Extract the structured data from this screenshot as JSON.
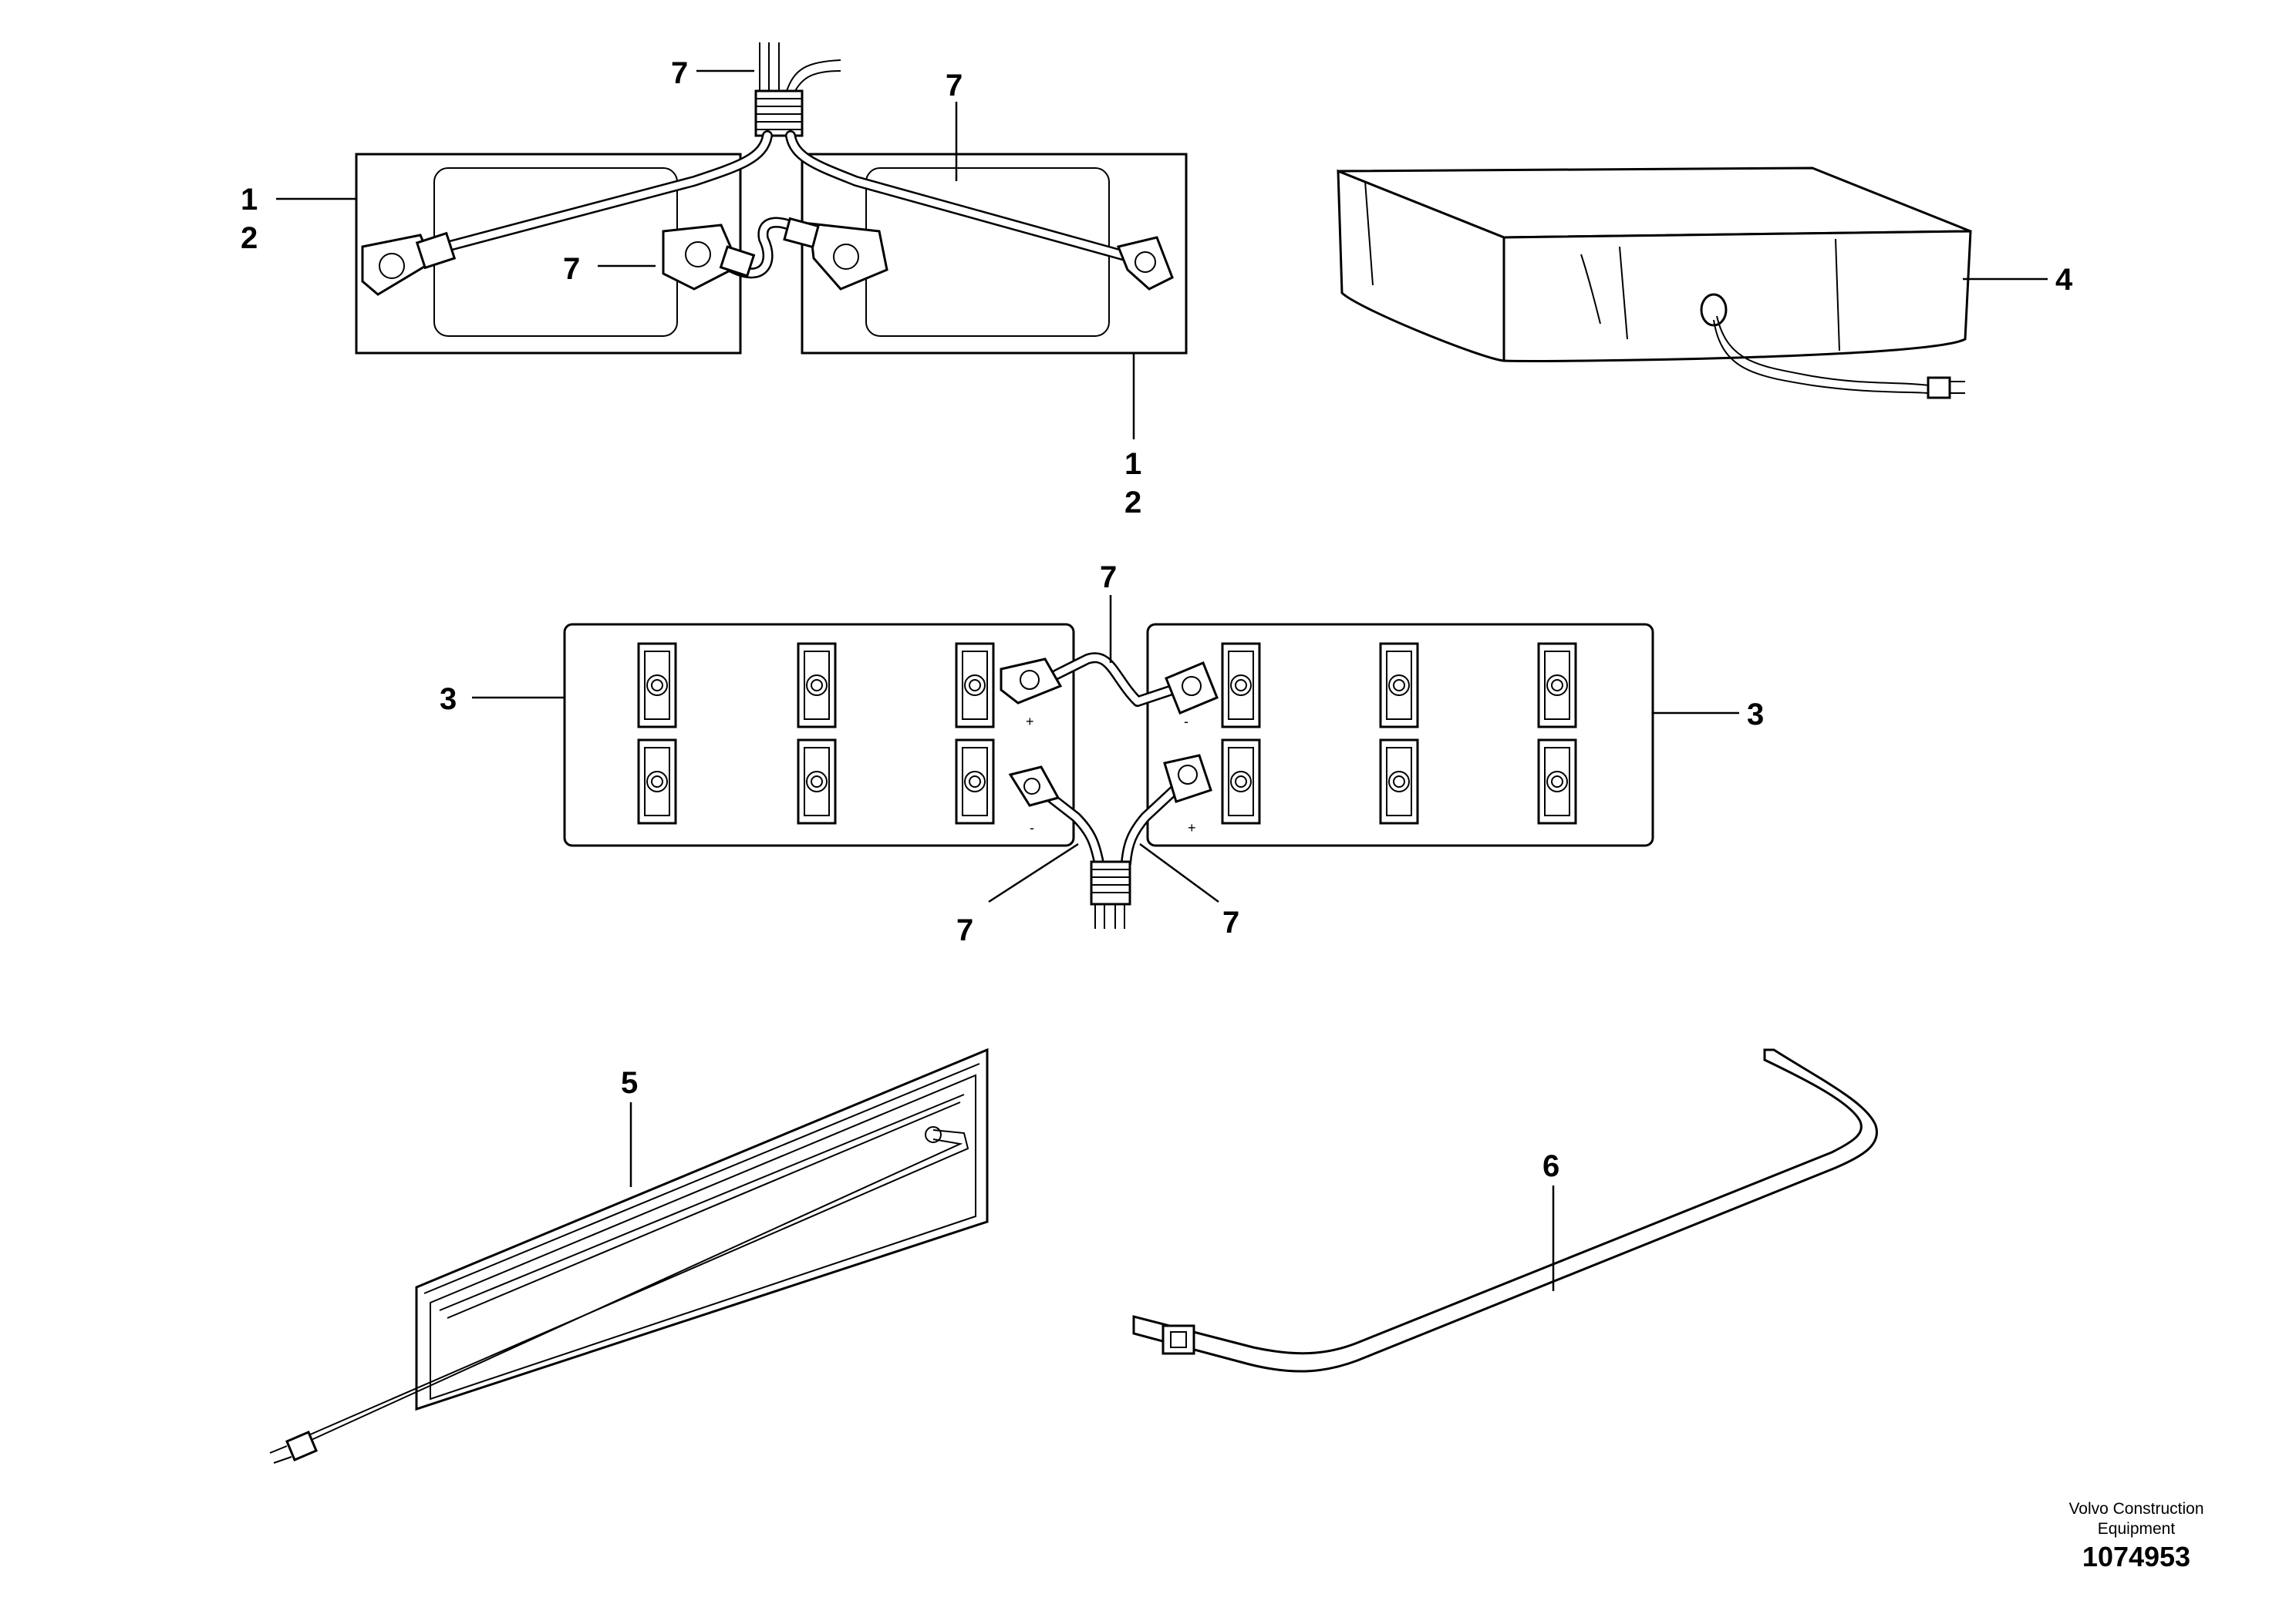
{
  "callouts": {
    "c7_top_left": "7",
    "c7_top_right": "7",
    "c1_left": "1",
    "c2_left": "2",
    "c7_mid_left": "7",
    "c1_right": "1",
    "c2_right": "2",
    "c4": "4",
    "c7_battery_top": "7",
    "c3_left": "3",
    "c3_right": "3",
    "c7_battery_bottom_left": "7",
    "c7_battery_bottom_right": "7",
    "c5": "5",
    "c6": "6"
  },
  "terminal_signs": {
    "plus_left": "+",
    "minus_right": "-",
    "minus_left": "-",
    "plus_right": "+"
  },
  "footer": {
    "company_line1": "Volvo Construction",
    "company_line2": "Equipment",
    "drawing_number": "1074953"
  }
}
